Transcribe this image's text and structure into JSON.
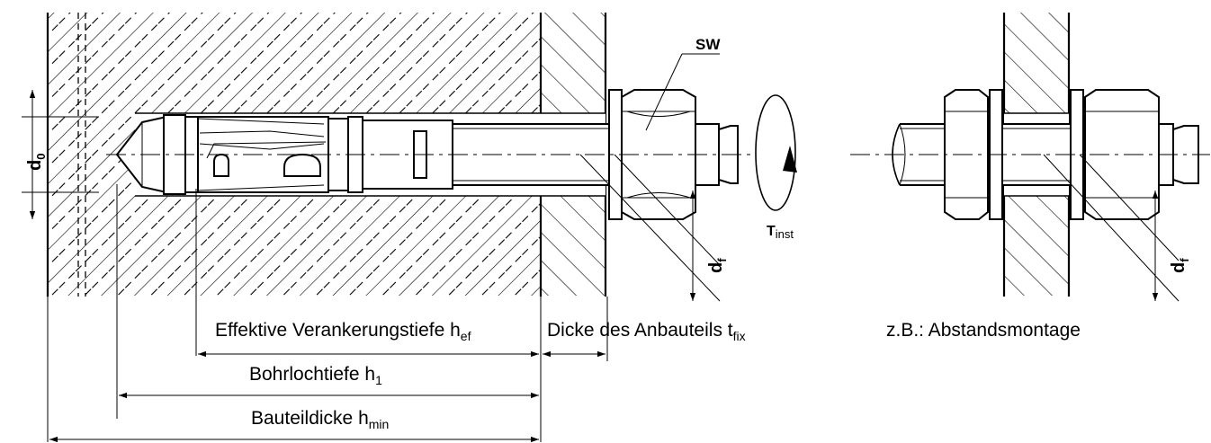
{
  "labels": {
    "sw": "SW",
    "d0_main": "d",
    "d0_sub": "0",
    "df_main": "d",
    "df_sub": "f",
    "df2_main": "d",
    "df2_sub": "f",
    "tinst_main": "T",
    "tinst_sub": "inst",
    "hef_text": "Effektive Verankerungstiefe h",
    "hef_sub": "ef",
    "tfix_text": "Dicke des Anbauteils t",
    "tfix_sub": "fix",
    "example": "z.B.: Abstandsmontage",
    "h1_text": "Bohrlochtiefe h",
    "h1_sub": "1",
    "hmin_text": "Bauteildicke h",
    "hmin_sub": "min"
  }
}
